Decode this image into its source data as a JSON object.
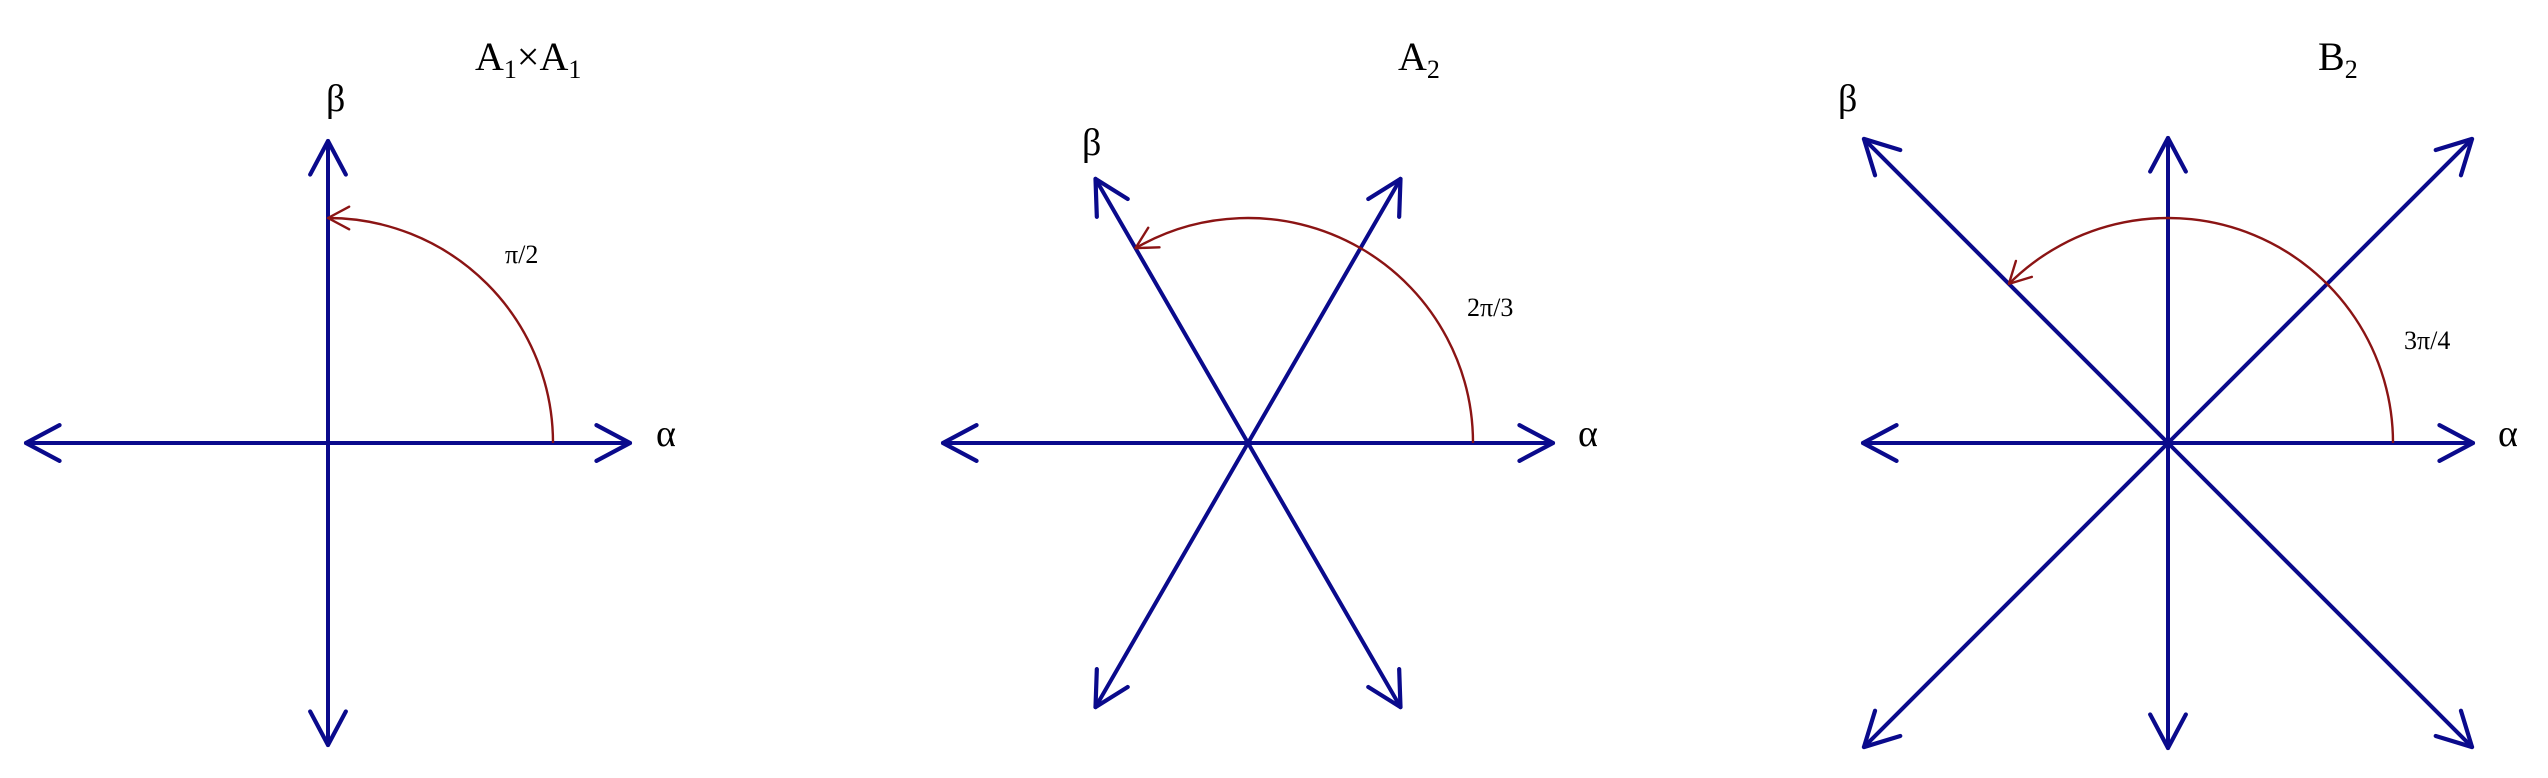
{
  "diagrams": [
    {
      "title": {
        "main": "A",
        "sub": "1",
        "times": "×",
        "main2": "A",
        "sub2": "1"
      },
      "angle_label": "π/2",
      "arc_degrees": 90,
      "root_angles_deg": [
        0,
        90,
        180,
        270
      ],
      "axis_labels": {
        "alpha": "α",
        "beta": "β"
      }
    },
    {
      "title": {
        "main": "A",
        "sub": "2"
      },
      "angle_label": "2π/3",
      "arc_degrees": 120,
      "root_angles_deg": [
        0,
        60,
        120,
        180,
        240,
        300
      ],
      "axis_labels": {
        "alpha": "α",
        "beta": "β"
      }
    },
    {
      "title": {
        "main": "B",
        "sub": "2"
      },
      "angle_label": "3π/4",
      "arc_degrees": 135,
      "root_angles_deg": [
        0,
        45,
        90,
        135,
        180,
        225,
        270,
        315
      ],
      "axis_labels": {
        "alpha": "α",
        "beta": "β"
      }
    }
  ],
  "colors": {
    "roots": "#0a0a8c",
    "arc": "#8b1414",
    "text": "#000000"
  }
}
